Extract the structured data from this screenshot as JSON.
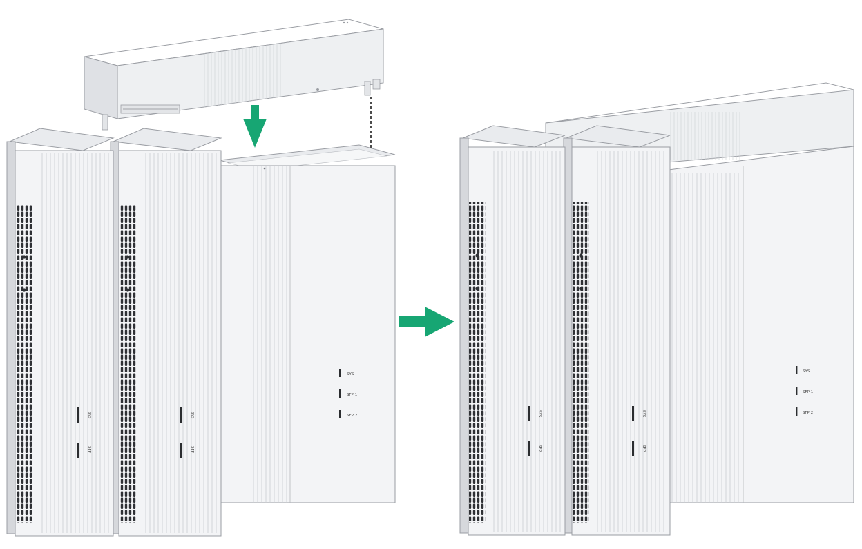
{
  "colors": {
    "arrow_green": "#17a673",
    "body_fill": "#f3f4f6",
    "body_shade": "#dcdee2",
    "outline": "#9a9da3",
    "top_fill": "#e9ebee",
    "guide_line": "#111111",
    "port_slot": "#2b2d30"
  },
  "icons": [
    "arrow-down-icon",
    "arrow-right-icon"
  ],
  "labels": {
    "main_led_1": "SYS",
    "main_led_2": "SFP 1",
    "main_led_3": "SFP 2",
    "module_led_1": "SYS",
    "module_led_2": "SFP"
  }
}
